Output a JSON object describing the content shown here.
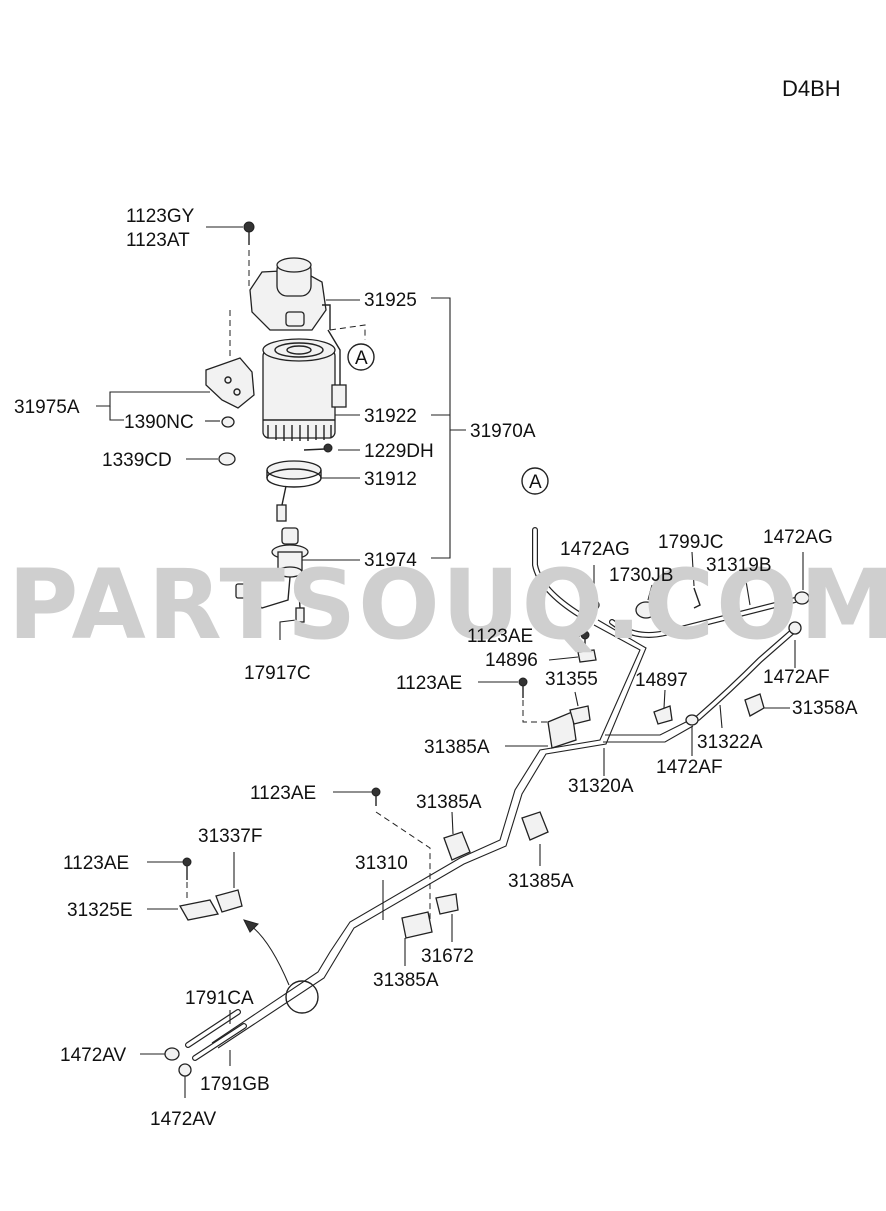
{
  "engine_code": "D4BH",
  "watermark": "PARTSOUQ.COM",
  "callout_letter": "A",
  "labels": {
    "p1123GY": "1123GY",
    "p1123AT": "1123AT",
    "p31925": "31925",
    "p31975A": "31975A",
    "p1390NC": "1390NC",
    "p31922": "31922",
    "p31970A": "31970A",
    "p1339CD": "1339CD",
    "p1229DH": "1229DH",
    "p31912": "31912",
    "p31974": "31974",
    "p17917C": "17917C",
    "p1472AG_a": "1472AG",
    "p1799JC": "1799JC",
    "p1472AG_b": "1472AG",
    "p1730JB": "1730JB",
    "p31319B": "31319B",
    "p1123AE_a": "1123AE",
    "p14896": "14896",
    "p1123AE_b": "1123AE",
    "p31355": "31355",
    "p14897": "14897",
    "p1472AF_a": "1472AF",
    "p31358A": "31358A",
    "p31385A_a": "31385A",
    "p31322A": "31322A",
    "p1472AF_b": "1472AF",
    "p31320A": "31320A",
    "p1123AE_c": "1123AE",
    "p31385A_b": "31385A",
    "p31337F": "31337F",
    "p31310": "31310",
    "p31385A_c": "31385A",
    "p1123AE_d": "1123AE",
    "p31325E": "31325E",
    "p31672": "31672",
    "p31385A_d": "31385A",
    "p1791CA": "1791CA",
    "p1472AV_a": "1472AV",
    "p1791GB": "1791GB",
    "p1472AV_b": "1472AV"
  }
}
